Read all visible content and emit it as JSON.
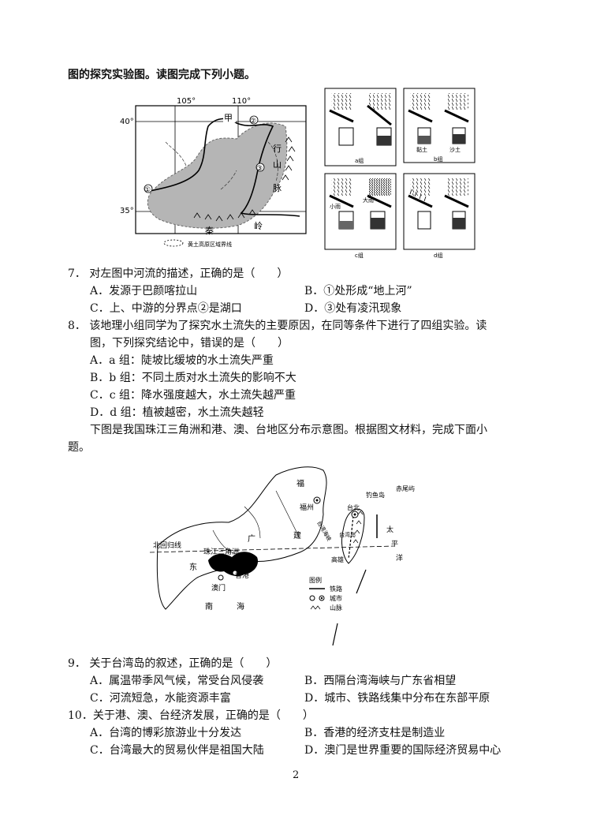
{
  "intro1": "图的探究实验图。读图完成下列小题。",
  "map1": {
    "lon1": "105°",
    "lon2": "110°",
    "lat1": "40°",
    "lat2": "35°",
    "label_jia": "甲",
    "label_xing": "行",
    "label_shan": "山",
    "label_mai": "脉",
    "label_qin": "秦",
    "label_ling": "岭",
    "marker1": "①",
    "marker2": "②",
    "marker3": "③",
    "legend": "黄土高原区域界线"
  },
  "experiments": {
    "a": "a组",
    "b": "b组",
    "c": "c组",
    "d": "d组",
    "b_left": "黏土",
    "b_right": "沙土",
    "c_left": "小雨",
    "c_right": "大雨"
  },
  "q7": {
    "stem": "7． 对左图中河流的描述，正确的是（　　）",
    "A": "A．发源于巴颜喀拉山",
    "B": "B．①处形成“地上河”",
    "C": "C．上、中游的分界点②是湖口",
    "D": "D．③处有凌汛现象"
  },
  "q8": {
    "stem1": "8． 该地理小组同学为了探究水土流失的主要原因，在同等条件下进行了四组实验。读",
    "stem2": "图，下列探究结论中，错误的是（　　）",
    "A": "A．a 组：陡坡比缓坡的水土流失严重",
    "B": "B．b 组：不同土质对水土流失的影响不大",
    "C": "C．c 组：降水强度越大，水土流失越严重",
    "D": "D．d 组：植被越密，水土流失越轻"
  },
  "intro2_1": "下图是我国珠江三角洲和港、澳、台地区分布示意图。根据图文材料，完成下面小",
  "intro2_2": "题。",
  "map2": {
    "tropic": "北回归线",
    "zhujiang": "珠江三角洲",
    "hongkong": "香港",
    "macau": "澳门",
    "taibei": "台北",
    "gaoxiong": "高雄",
    "fuzhou": "福州",
    "fu": "福",
    "jian": "建",
    "guang": "广",
    "dong": "东",
    "nan": "南",
    "hai": "海",
    "diaoyu": "钓鱼岛",
    "chiwei": "赤尾屿",
    "tai": "太",
    "ping": "平",
    "yang": "洋",
    "strait": "台湾海峡",
    "island": "台湾岛",
    "legend_title": "图例",
    "legend_rail": "铁路",
    "legend_city": "城市",
    "legend_mountain": "山脉"
  },
  "q9": {
    "stem": "9． 关于台湾岛的叙述，正确的是（　　）",
    "A": "A．属温带季风气候，常受台风侵袭",
    "B": "B．西隔台湾海峡与广东省相望",
    "C": "C．河流短急，水能资源丰富",
    "D": "D．城市、铁路线集中分布在东部平原"
  },
  "q10": {
    "stem": "10．关于港、澳、台经济发展，正确的是（　　）",
    "A": "A．台湾的博彩旅游业十分发达",
    "B": "B．香港的经济支柱是制造业",
    "C": "C．台湾最大的贸易伙伴是祖国大陆",
    "D": "D．澳门是世界重要的国际经济贸易中心"
  },
  "page_number": "2"
}
